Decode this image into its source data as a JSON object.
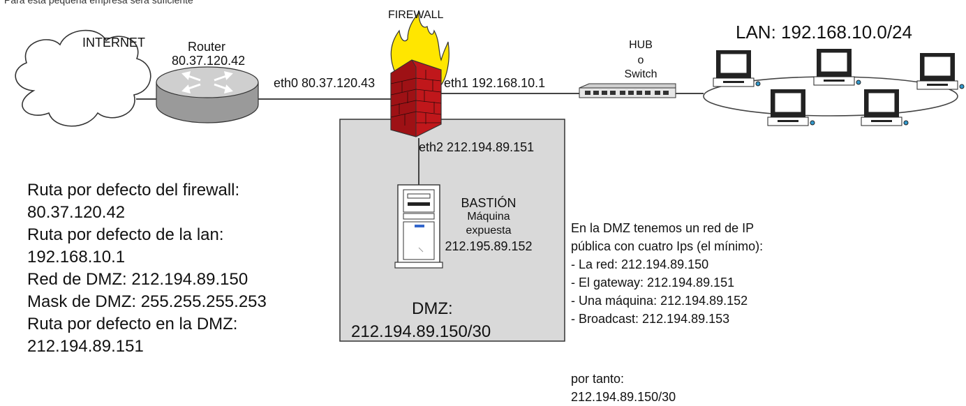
{
  "top_caption": "Para esta pequeña empresa será suficiente",
  "internet": {
    "label": "INTERNET"
  },
  "router": {
    "label": "Router",
    "ip": "80.37.120.42"
  },
  "firewall": {
    "label": "FIREWALL",
    "eth0": "eth0 80.37.120.43",
    "eth1": "eth1 192.168.10.1",
    "eth2": "eth2 212.194.89.151"
  },
  "hub": {
    "line1": "HUB",
    "line2": "o",
    "line3": "Switch"
  },
  "lan": {
    "label": "LAN: 192.168.10.0/24"
  },
  "bastion": {
    "line1": "BASTIÓN",
    "line2": "Máquina",
    "line3": "expuesta",
    "line4": "212.195.89.152"
  },
  "dmz": {
    "label": "DMZ:",
    "network": "212.194.89.150/30"
  },
  "routes": [
    "Ruta por defecto del firewall:",
    "80.37.120.42",
    "Ruta por defecto de la lan:",
    "192.168.10.1",
    "Red de DMZ: 212.194.89.150",
    "Mask de DMZ: 255.255.255.253",
    "Ruta por defecto en la DMZ:",
    "212.194.89.151"
  ],
  "explanation": [
    "En la DMZ tenemos un red de IP",
    "pública con cuatro Ips (el mínimo):",
    "- La red: 212.194.89.150",
    "- El gateway: 212.194.89.151",
    "- Una máquina: 212.194.89.152",
    "- Broadcast: 212.194.89.153",
    "",
    "por tanto:",
    "212.194.89.150/30"
  ],
  "colors": {
    "dmz_fill": "#d9d9d9",
    "brick": "#c0171b",
    "flame": "#ffe600",
    "router_body": "#c8c8c8"
  }
}
